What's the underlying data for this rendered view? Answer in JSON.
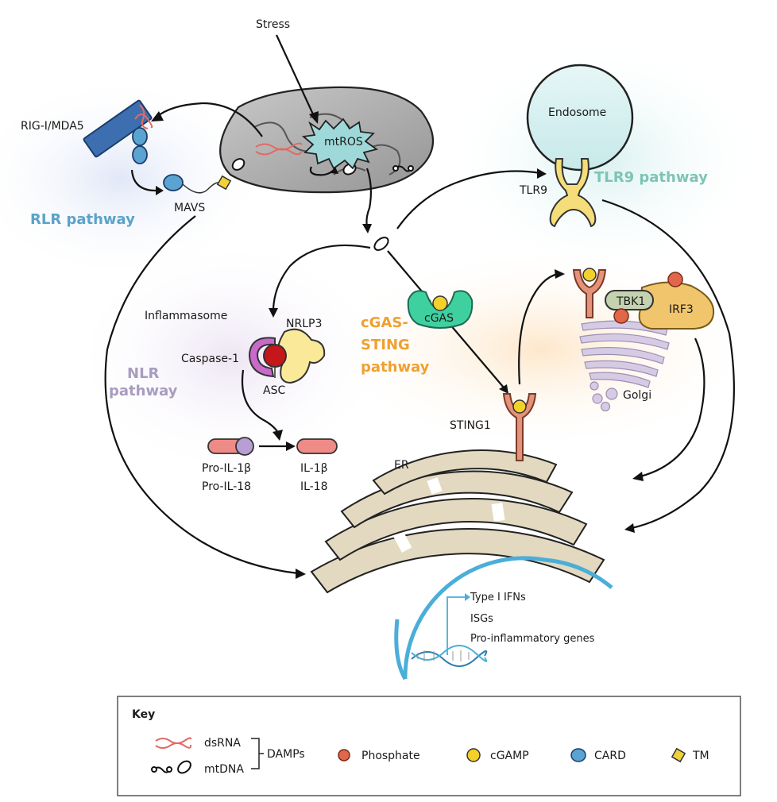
{
  "stimulus": {
    "stress": "Stress"
  },
  "mito": {
    "mtros": "mtROS"
  },
  "rlr": {
    "rig": "RIG-I/MDA5",
    "mavs": "MAVS",
    "pathway": "RLR pathway"
  },
  "tlr9": {
    "endosome": "Endosome",
    "receptor": "TLR9",
    "pathway": "TLR9 pathway"
  },
  "nlr": {
    "inflammasome": "Inflammasome",
    "nrlp3": "NRLP3",
    "caspase": "Caspase-1",
    "asc": "ASC",
    "pathway_line1": "NLR",
    "pathway_line2": "pathway",
    "pro_il1b": "Pro-IL-1β",
    "pro_il18": "Pro-IL-18",
    "il1b": "IL-1β",
    "il18": "IL-18"
  },
  "cgas": {
    "cgas": "cGAS",
    "pathway_line1": "cGAS-",
    "pathway_line2": "STING",
    "pathway_line3": "pathway",
    "sting": "STING1",
    "tbk1": "TBK1",
    "irf3": "IRF3",
    "golgi": "Golgi",
    "er": "ER"
  },
  "nucleus": {
    "gene1": "Type I IFNs",
    "gene2": "ISGs",
    "gene3": "Pro-inflammatory genes"
  },
  "key": {
    "title": "Key",
    "dsrna": "dsRNA",
    "mtdna": "mtDNA",
    "damps": "DAMPs",
    "phosphate": "Phosphate",
    "cgamp": "cGAMP",
    "card": "CARD",
    "tm": "TM"
  },
  "colors": {
    "rlr": "#5ba3c9",
    "tlr9": "#7ec4b4",
    "nlr": "#a89cc0",
    "cgas": "#f0a030",
    "mito": "#a8a8a8",
    "er": "#e2d9c0",
    "phosphate": "#e0674a",
    "cgamp": "#f3d12a",
    "card": "#5ba3d0",
    "tm": "#f1d138"
  }
}
